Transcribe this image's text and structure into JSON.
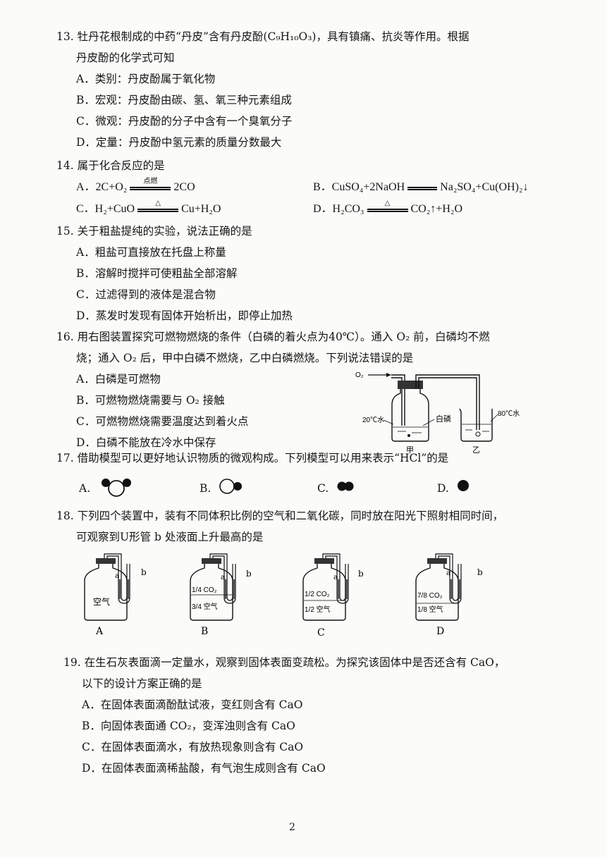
{
  "q13": {
    "line1": "13. 牡丹花根制成的中药“丹皮”含有丹皮酚(C₉H₁₀O₃)，具有镇痛、抗炎等作用。根据",
    "line2": "丹皮酚的化学式可知",
    "options": [
      "A．类别：丹皮酚属于氧化物",
      "B．宏观：丹皮酚由碳、氢、氧三种元素组成",
      "C．微观：丹皮酚的分子中含有一个臭氧分子",
      "D．定量：丹皮酚中氢元素的质量分数最大"
    ]
  },
  "q14": {
    "stem": "14. 属于化合反应的是",
    "A_left": "A．2C+O₂",
    "A_cond": "点燃",
    "A_right": "2CO",
    "B_left": "B．CuSO₄+2NaOH",
    "B_right": "Na₂SO₄+Cu(OH)₂↓",
    "C_left": "C．H₂+CuO",
    "C_cond": "△",
    "C_right": "Cu+H₂O",
    "D_left": "D．H₂CO₃",
    "D_cond": "△",
    "D_right": "CO₂↑+H₂O"
  },
  "q15": {
    "stem": "15. 关于粗盐提纯的实验，说法正确的是",
    "options": [
      "A．粗盐可直接放在托盘上称量",
      "B．溶解时搅拌可使粗盐全部溶解",
      "C．过滤得到的液体是混合物",
      "D．蒸发时发现有固体开始析出，即停止加热"
    ]
  },
  "q16": {
    "line1": "16. 用右图装置探究可燃物燃烧的条件（白磷的着火点为40℃）。通入 O₂ 前，白磷均不燃",
    "line2": "烧；通入 O₂ 后，甲中白磷不燃烧，乙中白磷燃烧。下列说法错误的是",
    "options": [
      "A．白磷是可燃物",
      "B．可燃物燃烧需要与 O₂ 接触",
      "C．可燃物燃烧需要温度达到着火点",
      "D．白磷不能放在冷水中保存"
    ],
    "fig": {
      "o2": "O₂",
      "water20": "20℃水",
      "phosphorus": "白磷",
      "water80": "80℃水",
      "jia": "甲",
      "yi": "乙"
    }
  },
  "q17": {
    "stem": "17. 借助模型可以更好地认识物质的微观构成。下列模型可以用来表示“HCl”的是",
    "labels": [
      "A.",
      "B.",
      "C.",
      "D."
    ]
  },
  "q18": {
    "line1": "18. 下列四个装置中，装有不同体积比例的空气和二氧化碳，同时放在阳光下照射相同时间，",
    "line2": "可观察到U形管 b 处液面上升最高的是",
    "a": "a",
    "b": "b",
    "bottles": [
      {
        "label": "A",
        "top": "",
        "bottom": "空气"
      },
      {
        "label": "B",
        "top": "1/4 CO₂",
        "bottom": "3/4 空气"
      },
      {
        "label": "C",
        "top": "1/2 CO₂",
        "bottom": "1/2 空气"
      },
      {
        "label": "D",
        "top": "7/8 CO₂",
        "bottom": "1/8 空气"
      }
    ]
  },
  "q19": {
    "line1": "19. 在生石灰表面滴一定量水，观察到固体表面变疏松。为探究该固体中是否还含有 CaO，",
    "line2": "以下的设计方案正确的是",
    "options": [
      "A．在固体表面滴酚酞试液，变红则含有 CaO",
      "B．向固体表面通 CO₂，变浑浊则含有 CaO",
      "C．在固体表面滴水，有放热现象则含有 CaO",
      "D．在固体表面滴稀盐酸，有气泡生成则含有 CaO"
    ]
  },
  "page_number": "2"
}
